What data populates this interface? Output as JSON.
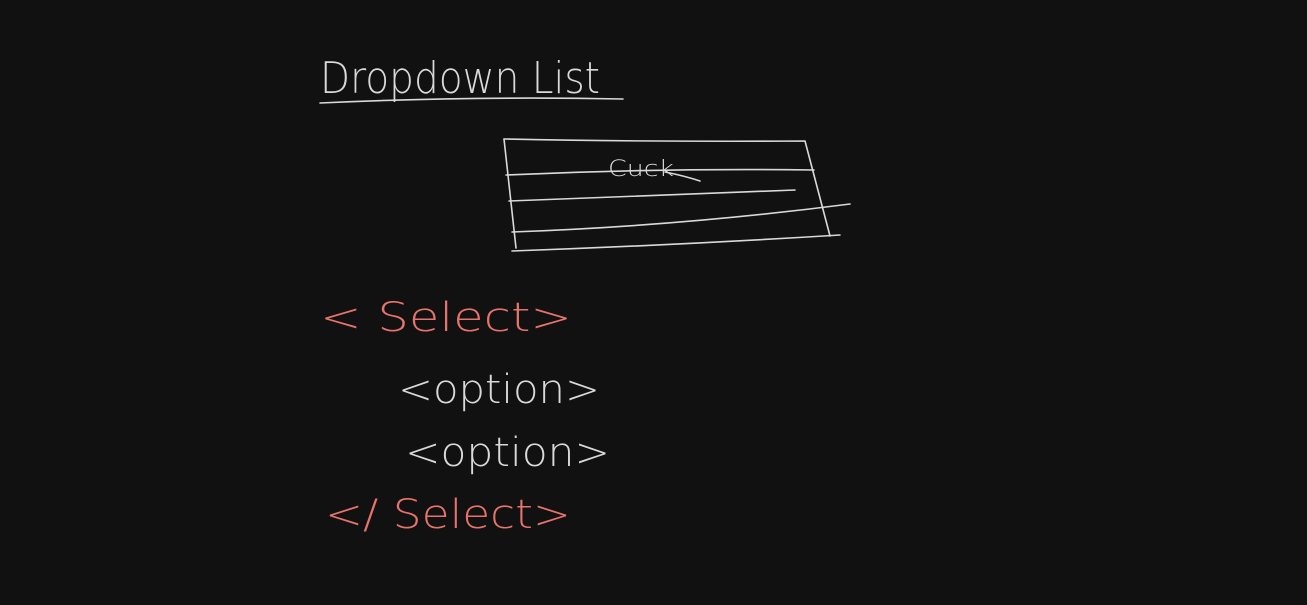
{
  "title": "Dropdown List",
  "mockup": {
    "selected_text": "Cuck"
  },
  "code": {
    "open_select": "< Select>",
    "option_1": "<option>",
    "option_2": "<option>",
    "close_select": "</ Select>"
  },
  "colors": {
    "background": "#111111",
    "ink_white": "#d9d9d9",
    "ink_red": "#e8736c"
  }
}
